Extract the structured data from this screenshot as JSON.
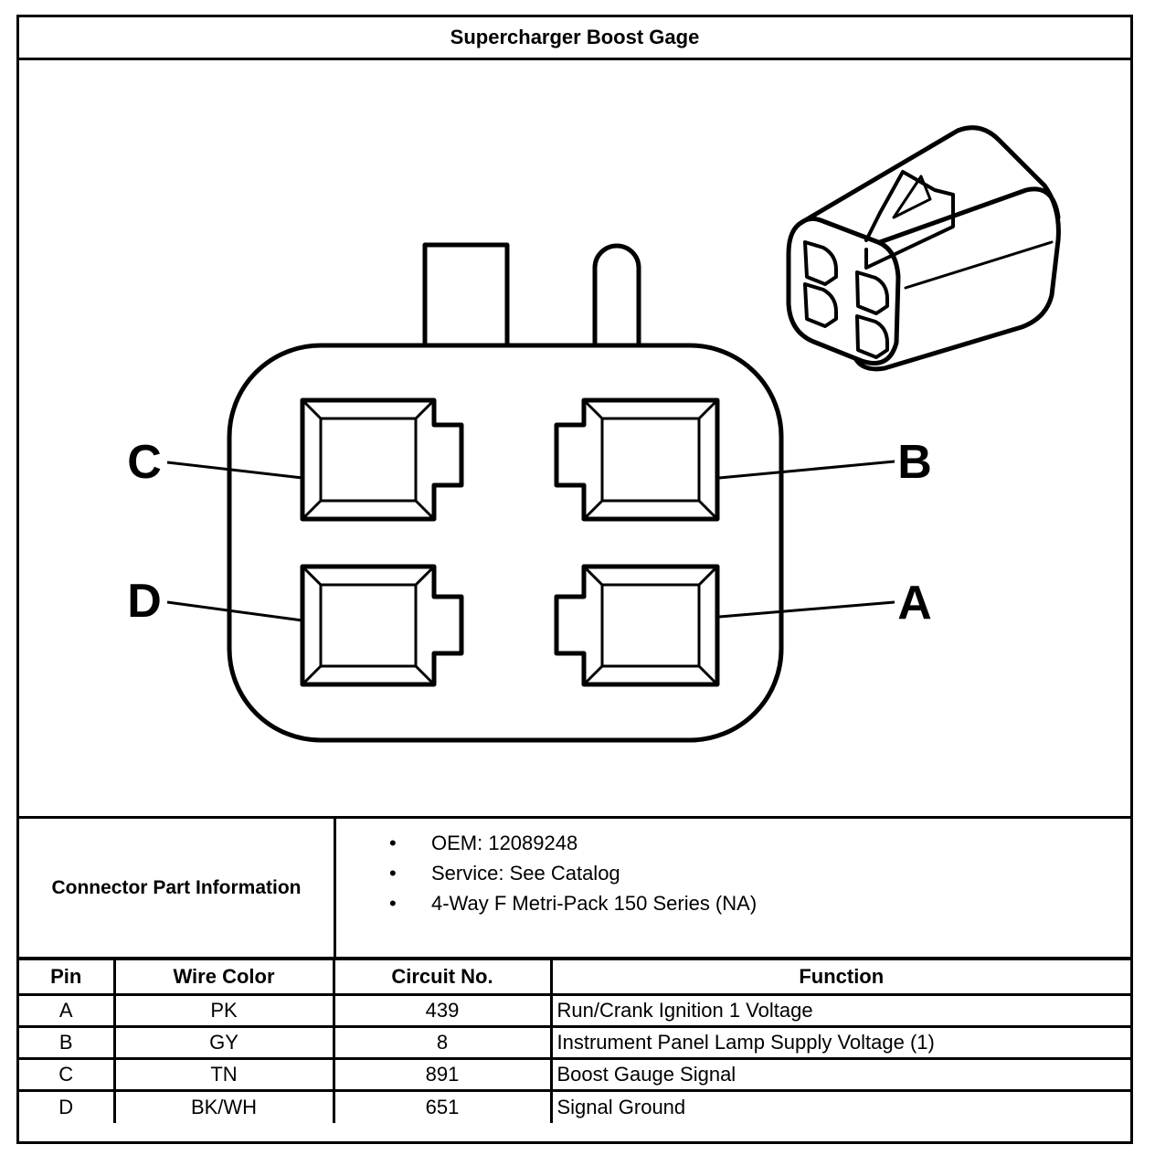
{
  "title": "Supercharger Boost Gage",
  "diagram": {
    "pin_labels": {
      "a": "A",
      "b": "B",
      "c": "C",
      "d": "D"
    }
  },
  "connector_info": {
    "label": "Connector Part Information",
    "items": [
      "OEM: 12089248",
      "Service: See Catalog",
      "4-Way F Metri-Pack 150 Series (NA)"
    ]
  },
  "table": {
    "headers": {
      "pin": "Pin",
      "wire_color": "Wire Color",
      "circuit": "Circuit No.",
      "function": "Function"
    },
    "rows": [
      {
        "pin": "A",
        "wire_color": "PK",
        "circuit": "439",
        "function": "Run/Crank Ignition 1 Voltage"
      },
      {
        "pin": "B",
        "wire_color": "GY",
        "circuit": "8",
        "function": "Instrument Panel Lamp Supply Voltage (1)"
      },
      {
        "pin": "C",
        "wire_color": "TN",
        "circuit": "891",
        "function": "Boost Gauge Signal"
      },
      {
        "pin": "D",
        "wire_color": "BK/WH",
        "circuit": "651",
        "function": "Signal Ground"
      }
    ]
  }
}
